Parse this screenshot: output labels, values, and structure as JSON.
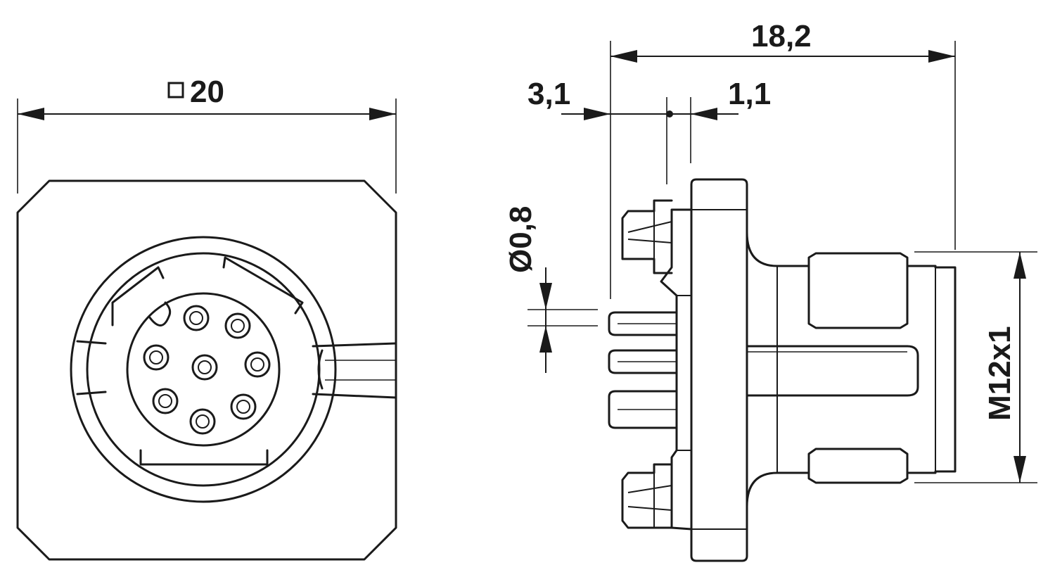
{
  "dimensions": {
    "front_width": "20",
    "square_symbol": "□",
    "overall_length": "18,2",
    "flange_offset": "3,1",
    "flange_thickness": "1,1",
    "pin_diameter": "Ø0,8",
    "thread": "M12x1"
  },
  "pin_count": 8,
  "colors": {
    "line": "#1a1a1a",
    "background": "#ffffff"
  }
}
